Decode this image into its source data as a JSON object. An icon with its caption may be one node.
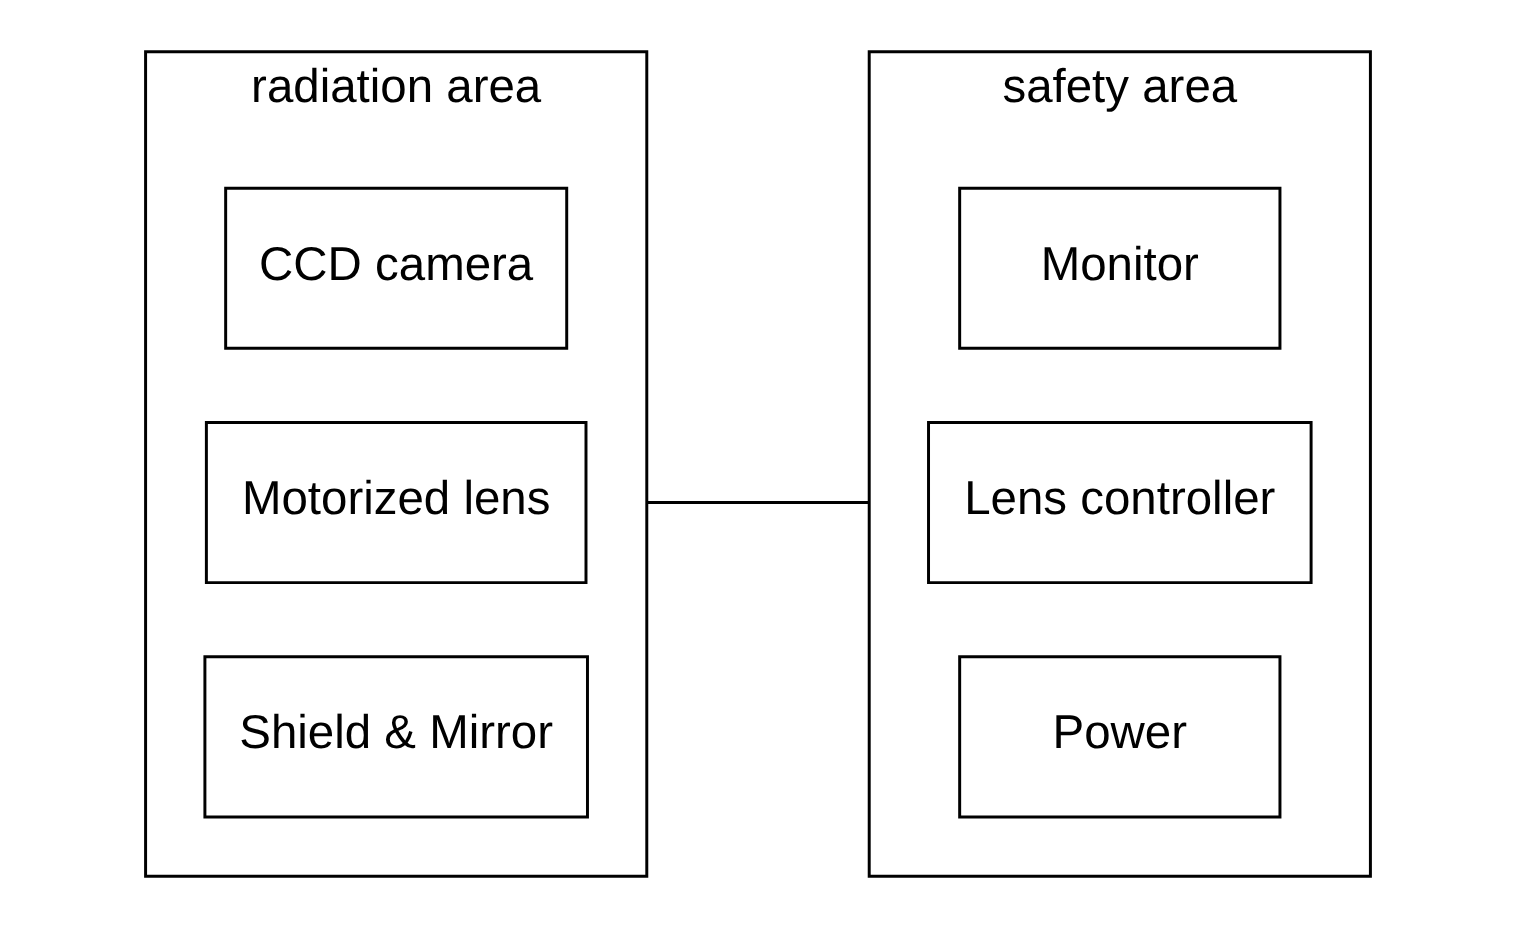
{
  "diagram": {
    "nodes": [
      {
        "text": [
          "radiation area"
        ]
      },
      {
        "text": [
          "CCD camera"
        ],
        "in": 0
      },
      {
        "text": [
          "Motorized lens"
        ],
        "in": 0
      },
      {
        "text": [
          "Shield & Mirror"
        ],
        "in": 0
      },
      {
        "text": [
          "safety area"
        ]
      },
      {
        "text": [
          "Monitor"
        ],
        "in": 4
      },
      {
        "text": [
          "Lens controller"
        ],
        "in": 4
      },
      {
        "text": [
          "Power"
        ],
        "in": 4
      }
    ],
    "edges": [
      {
        "from": 0,
        "to": 4,
        "arrow": "none"
      }
    ]
  }
}
